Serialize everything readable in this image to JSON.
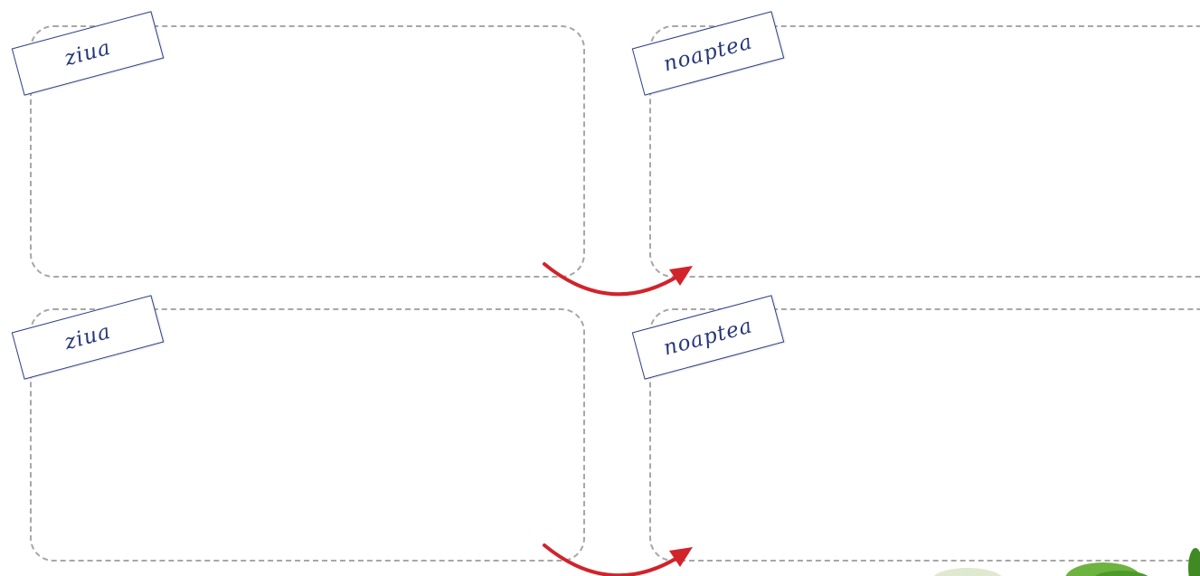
{
  "rows": [
    {
      "day_label": "ziua",
      "night_label": "noaptea"
    },
    {
      "day_label": "ziua",
      "night_label": "noaptea"
    }
  ],
  "colors": {
    "dashed_border": "#a7a7a7",
    "label_text": "#26377a",
    "label_border": "#2a3f86",
    "arrow": "#d1232a",
    "leaf": "#5aa02c"
  },
  "icons": [
    "curved-arrow-icon",
    "leaf-decoration"
  ]
}
